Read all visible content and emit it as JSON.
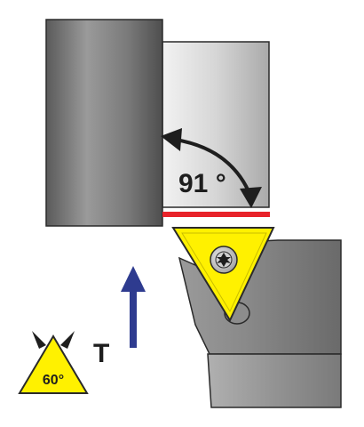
{
  "labels": {
    "approach_angle": "91 °",
    "insert_angle": "60°",
    "feed_direction": "T"
  },
  "colors": {
    "workpiece_dark": "#7b7b7b",
    "workpiece_light": "#d7d7d7",
    "holder": "#808080",
    "insert": "#fff100",
    "cut_line": "#e8232a",
    "feed_arrow": "#2e3b8f",
    "outline": "#2a2a2a"
  },
  "icons": {
    "insert_screw": "torx-screw-icon",
    "feed_arrow": "arrow-up-icon",
    "angle_arc": "double-arrow-arc-icon"
  }
}
